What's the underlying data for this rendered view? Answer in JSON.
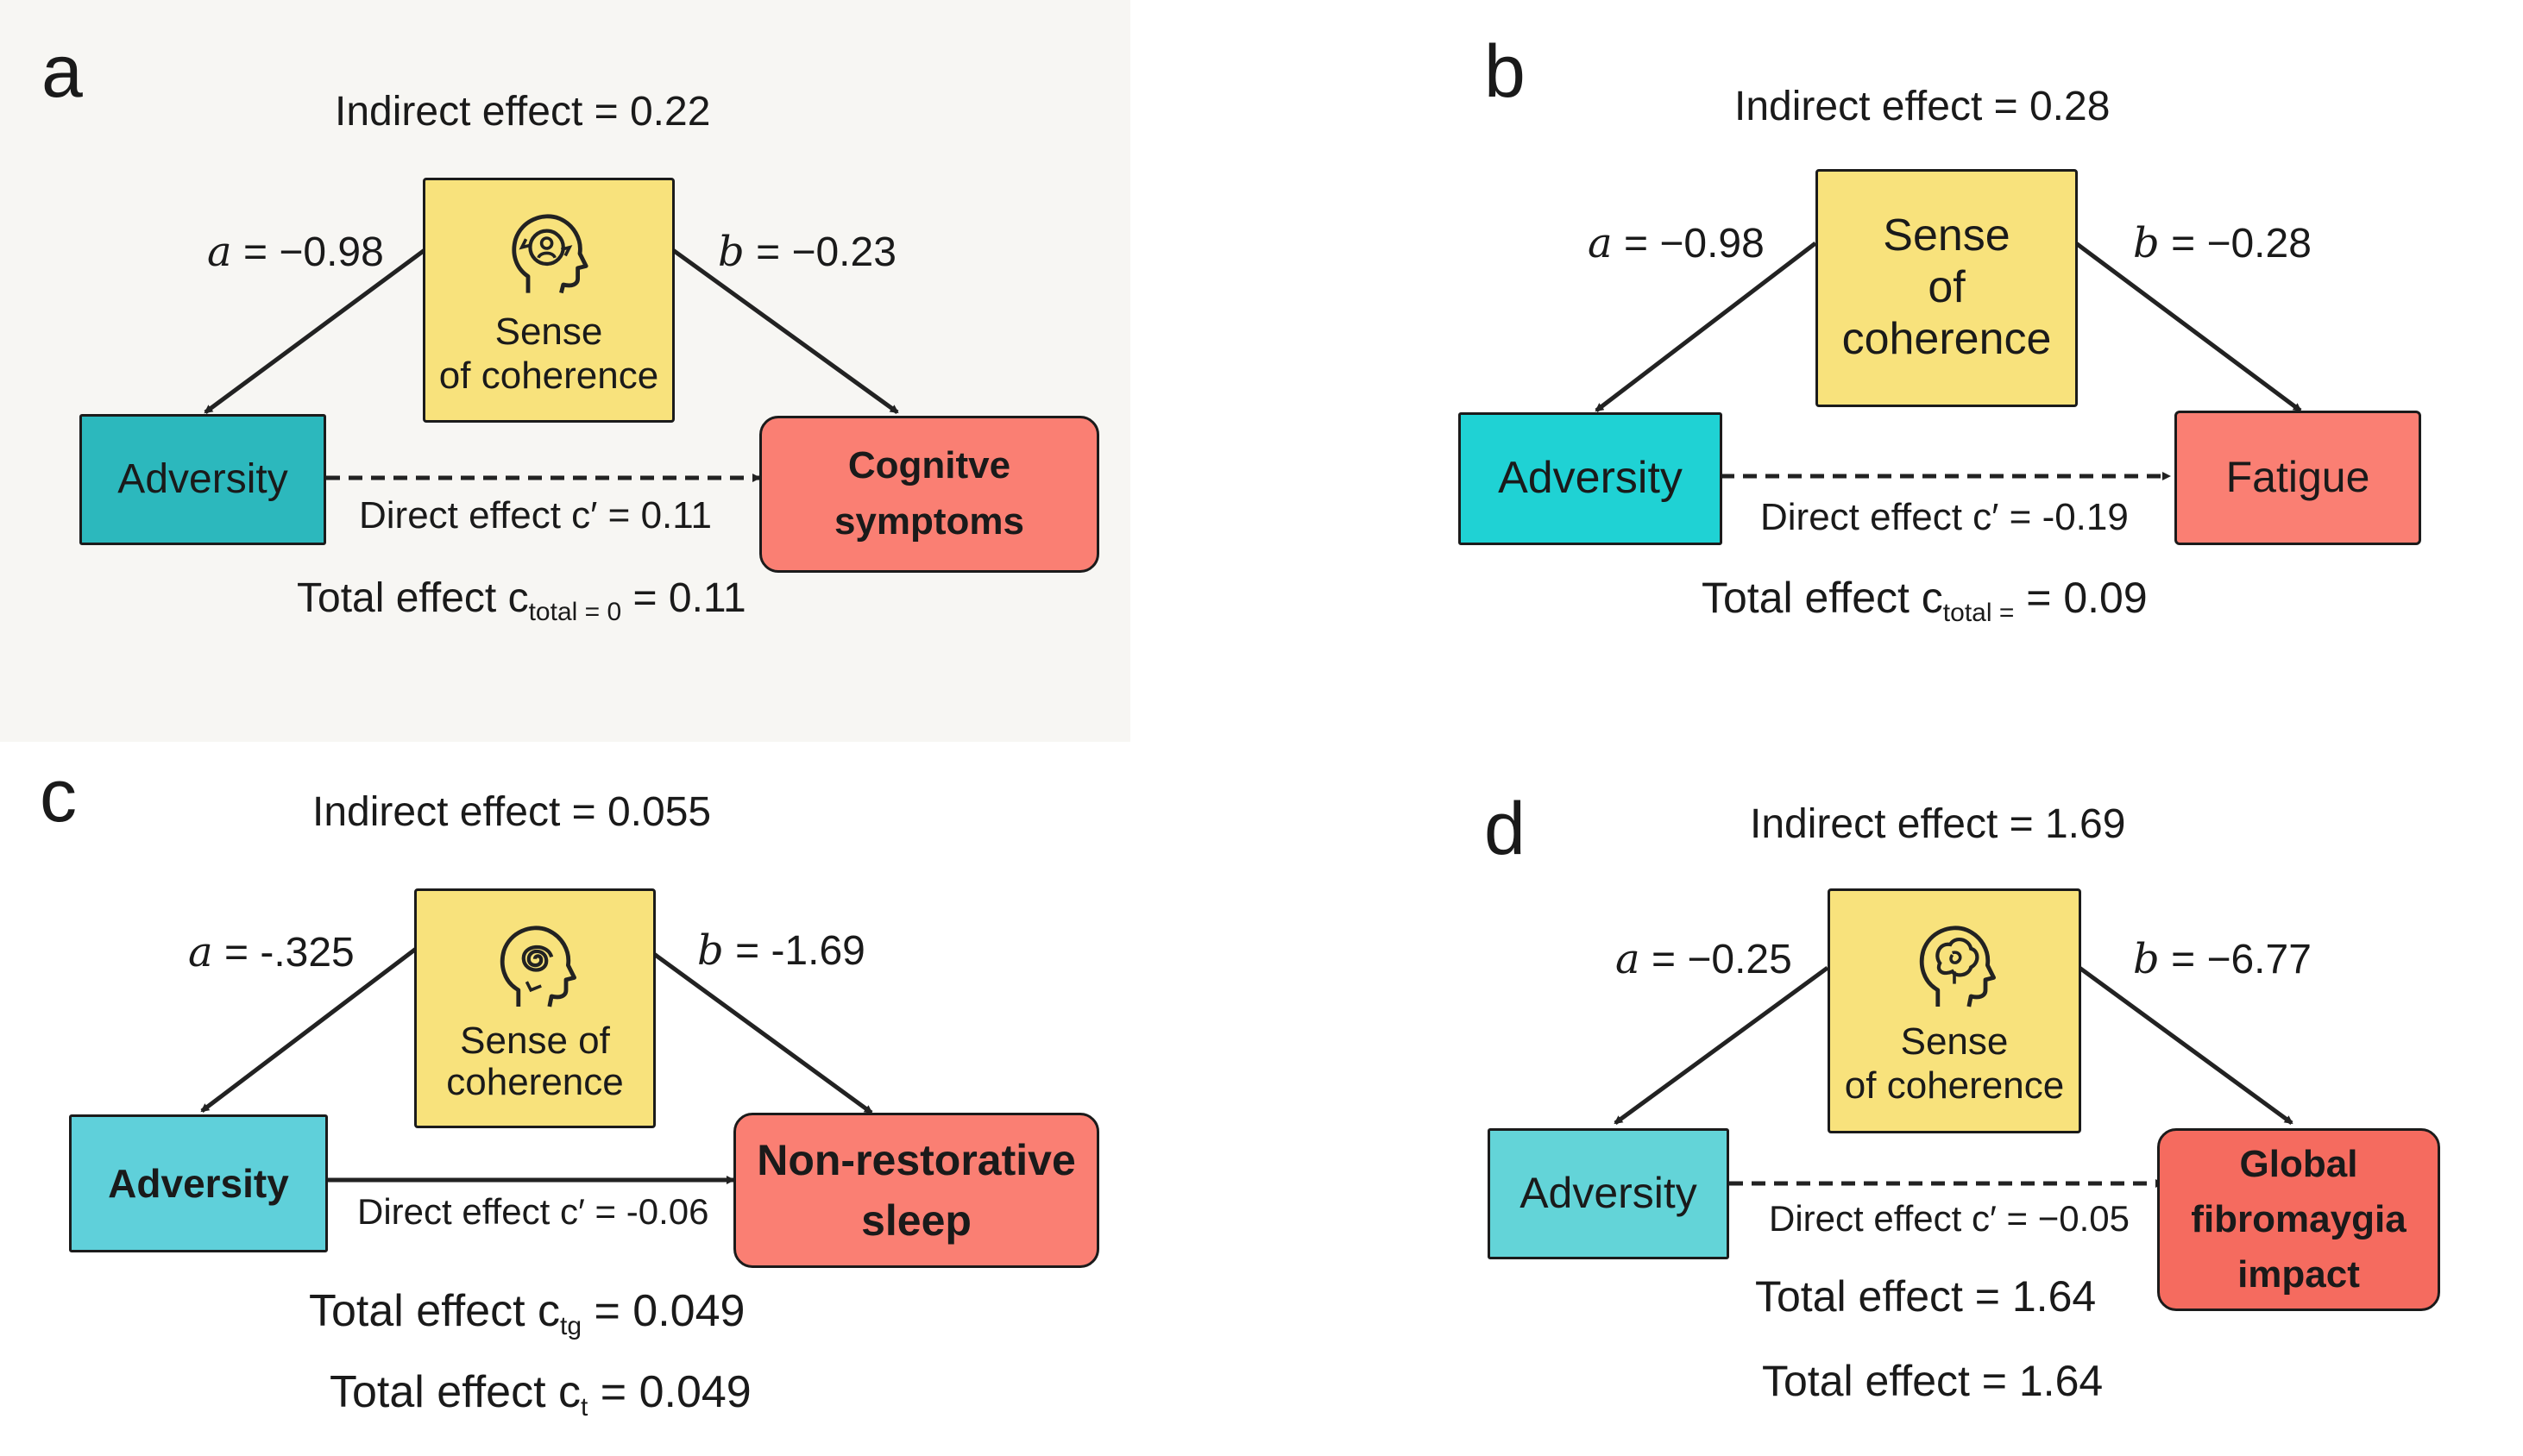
{
  "panels": {
    "a": {
      "letter": "a",
      "indirect": "Indirect effect = 0.22",
      "a_path": "= −0.98",
      "b_path": "= −0.23",
      "mediator": [
        "Sense",
        "of coherence"
      ],
      "adversity": "Adversity",
      "outcome": [
        "Cognitve",
        "symptoms"
      ],
      "direct": "Direct effect c′ = 0.11",
      "total_prefix": "Total effect c",
      "total_sub": "total = 0",
      "total_value": "= 0.11",
      "icon": "head-cycle-icon",
      "colors": {
        "adversity": "#2cb8bd",
        "outcome": "#fa7f73",
        "mediator": "#f8e27c"
      }
    },
    "b": {
      "letter": "b",
      "indirect": "Indirect effect = 0.28",
      "a_path": "= −0.98",
      "b_path": "= −0.28",
      "mediator": [
        "Sense",
        "of",
        "coherence"
      ],
      "adversity": "Adversity",
      "outcome": [
        "Fatigue"
      ],
      "direct": "Direct effect c′ = -0.19",
      "total_prefix": "Total effect c",
      "total_sub": "total =",
      "total_value": "= 0.09",
      "colors": {
        "adversity": "#1fd2d4",
        "outcome": "#fa7f73",
        "mediator": "#f8e27c"
      }
    },
    "c": {
      "letter": "c",
      "indirect": "Indirect effect = 0.055",
      "a_path": "= -.325",
      "b_path": "= -1.69",
      "mediator": [
        "Sense of",
        "coherence"
      ],
      "adversity": "Adversity",
      "outcome": [
        "Non-restorative",
        "sleep"
      ],
      "direct": "Direct effect c′ = -0.06",
      "total1_prefix": "Total effect c",
      "total1_sub": "tg",
      "total1_value": "= 0.049",
      "total2_prefix": "Total effect c",
      "total2_sub": "t",
      "total2_value": "= 0.049",
      "icon": "head-spiral-icon",
      "colors": {
        "adversity": "#5fd0da",
        "outcome": "#fa7f73",
        "mediator": "#f8e27c"
      }
    },
    "d": {
      "letter": "d",
      "indirect": "Indirect effect = 1.69",
      "a_path": "= −0.25",
      "b_path": "= −6.77",
      "mediator": [
        "Sense",
        "of coherence"
      ],
      "adversity": "Adversity",
      "outcome": [
        "Global",
        "fibromaygia",
        "impact"
      ],
      "direct": "Direct effect c′ = −0.05",
      "total1": "Total effect = 1.64",
      "total2": "Total effect = 1.64",
      "icon": "head-brain-icon",
      "colors": {
        "adversity": "#63d4d8",
        "outcome": "#f56b5f",
        "mediator": "#f8e27c"
      }
    }
  }
}
